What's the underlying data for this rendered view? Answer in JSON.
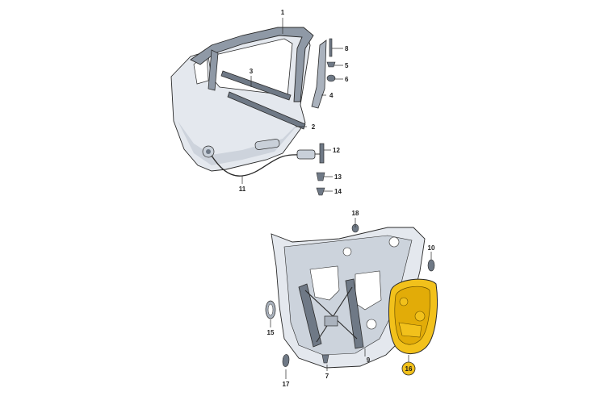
{
  "colors": {
    "background": "#ffffff",
    "line": "#2a2a2a",
    "part_fill": "#e4e8ee",
    "part_shade": "#b9c1cc",
    "part_dark": "#6f7986",
    "seal": "#8f99a6",
    "highlight": "#f2c11b",
    "highlight_dark": "#c79300"
  },
  "callouts": {
    "c1": "1",
    "c2": "2",
    "c3": "3",
    "c4": "4",
    "c5": "5",
    "c6": "6",
    "c7": "7",
    "c8": "8",
    "c9": "9",
    "c10": "10",
    "c11": "11",
    "c12": "12",
    "c13": "13",
    "c14": "14",
    "c15": "15",
    "c16": "16",
    "c17": "17",
    "c18": "18"
  },
  "highlighted_part": "16"
}
